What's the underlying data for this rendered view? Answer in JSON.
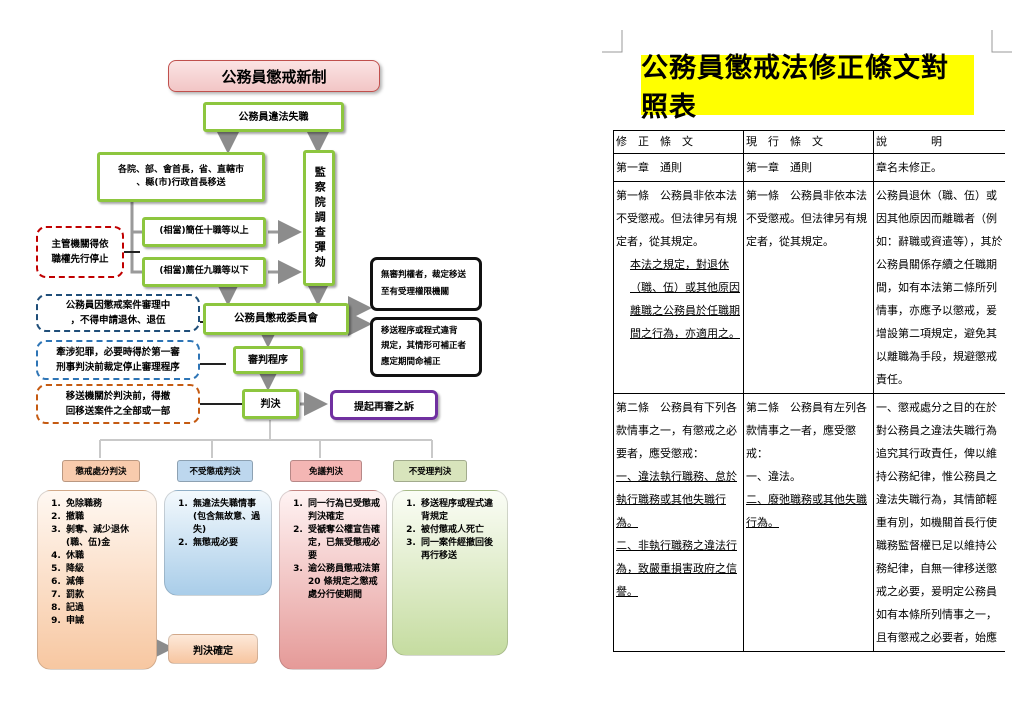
{
  "left": {
    "title": "公務員懲戒新制",
    "top_box": "公務員違法失職",
    "top_left_box": "各院、部、會首長，省、直轄市\n、縣(市)行政首長移送",
    "tier_10": "(相當)簡任十職等以上",
    "tier_9": "(相當)薦任九職等以下",
    "control_yuan": "監察院調查彈劾",
    "supervisor_note": "主管機關得依\n職權先行停止",
    "retire_note": "公務員因懲戒案件審理中\n，不得申請退休、退伍",
    "criminal_note": "牽涉犯罪，必要時得於第一審\n刑事判決前裁定停止審理程序",
    "withdraw_note": "移送機關於判決前，得撤\n回移送案件之全部或一部",
    "committee": "公務員懲戒委員會",
    "no_authority": "無審判權者，裁定移送\n至有受理權限機關",
    "deficiency": "移送程序或程式違背\n規定，其情形可補正者\n應定期間命補正",
    "trial": "審判程序",
    "judgment": "判決",
    "retrial": "提起再審之訴",
    "categories": [
      {
        "label": "懲戒處分判決",
        "items": [
          "免除職務",
          "撤職",
          "剝奪、減少退休(職、伍)金",
          "休職",
          "降級",
          "減俸",
          "罰款",
          "記過",
          "申誡"
        ]
      },
      {
        "label": "不受懲戒判決",
        "items": [
          "無違法失職情事(包含無故意、過失)",
          "無懲戒必要"
        ]
      },
      {
        "label": "免議判決",
        "items": [
          "同一行為已受懲戒判決確定",
          "受褫奪公權宣告確定，已無受懲戒必要",
          "逾公務員懲戒法第 20 條規定之懲戒處分行使期間"
        ]
      },
      {
        "label": "不受理判決",
        "items": [
          "移送程序或程式違背規定",
          "被付懲戒人死亡",
          "同一案件經撤回後再行移送"
        ]
      }
    ],
    "final": "判決確定",
    "colors": {
      "green": "#8dc63f",
      "pink_title": "#f4cccc",
      "orange": "#f4b183",
      "blue": "#bdd7ee",
      "red": "#e6b8b7",
      "lime": "#d7e4bd",
      "purple": "#7030a0"
    }
  },
  "right": {
    "title": "公務員懲戒法修正條文對照表",
    "headers": [
      "修　正　條　文",
      "現　行　條　文",
      "說　　　　明"
    ],
    "rows": [
      {
        "a": "第一章　通則",
        "b": "第一章　通則",
        "c": "章名未修正。"
      },
      {
        "a1": "第一條　公務員非依本法不受懲戒。但法律另有規定者，從其規定。",
        "a2": "本法之規定，對退休（職、伍）或其他原因離職之公務員於任職期間之行為，亦適用之。",
        "b": "第一條　公務員非依本法不受懲戒。但法律另有規定者，從其規定。",
        "c": "公務員退休（職、伍）或因其他原因而離職者（例如：辭職或資遣等），其於公務員關係存續之任職期間，如有本法第二條所列情事，亦應予以懲戒，爰增設第二項規定，避免其以離職為手段，規避懲戒責任。"
      },
      {
        "a_head": "第二條　公務員有下列各款情事之一，有懲戒之必要者，應受懲戒：",
        "a_items": [
          "一、違法執行職務、怠於執行職務或其他失職行為。",
          "二、非執行職務之違法行為，致嚴重損害政府之信譽。"
        ],
        "b_head": "第二條　公務員有左列各款情事之一者，應受懲戒：",
        "b_items": [
          "一、違法。",
          "二、廢弛職務或其他失職行為。"
        ],
        "c": "一、懲戒處分之目的在於對公務員之違法失職行為追究其行政責任，俾以維持公務紀律，惟公務員之違法失職行為，其情節輕重有別，如機關首長行使職務監督權已足以維持公務紀律，自無一律移送懲戒之必要，爰明定公務員如有本條所列情事之一，且有懲戒之必要者，始應"
      }
    ]
  }
}
